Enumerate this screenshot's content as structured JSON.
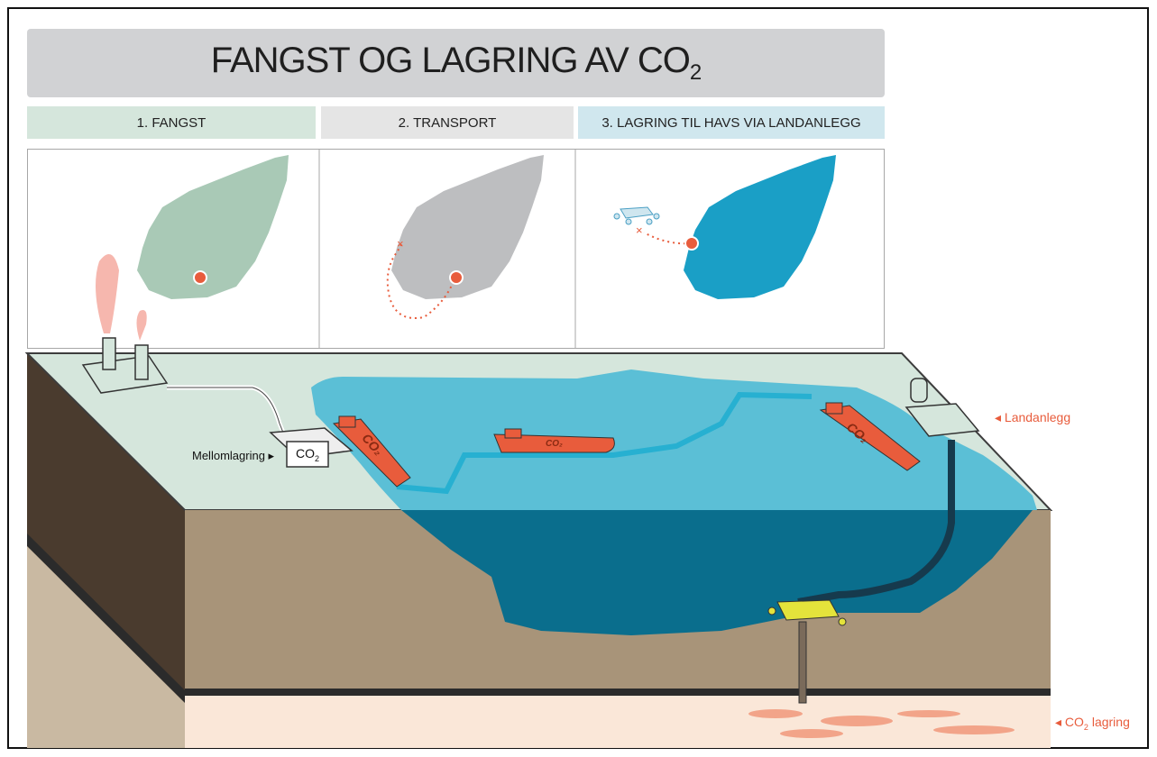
{
  "title": {
    "main": "FANGST OG LAGRING AV CO",
    "subscript": "2"
  },
  "stages": [
    {
      "label": "1. FANGST",
      "color": "#d5e6dc"
    },
    {
      "label": "2. TRANSPORT",
      "color": "#e5e5e5"
    },
    {
      "label": "3. LAGRING TIL HAVS VIA LANDANLEGG",
      "color": "#d0e7ee"
    }
  ],
  "labels": {
    "mellomlagring": "Mellomlagring ▸",
    "landanlegg": "◂ Landanlegg",
    "co2_lagring_prefix": "◂ CO",
    "co2_lagring_sub": "2",
    "co2_lagring_suffix": " lagring",
    "box_co2": "CO",
    "box_co2_sub": "2",
    "ship_co2": "CO₂"
  },
  "colors": {
    "accent": "#e85c3c",
    "land_green": "#d5e6dc",
    "map_green": "#a9c9b6",
    "map_grey": "#bdbec0",
    "map_blue": "#1a9fc6",
    "sea_surface": "#5bbfd6",
    "sea_deep": "#0a6e8d",
    "soil": "#a89479",
    "rock": "#4a3b2e",
    "storage": "#fae7d8"
  }
}
